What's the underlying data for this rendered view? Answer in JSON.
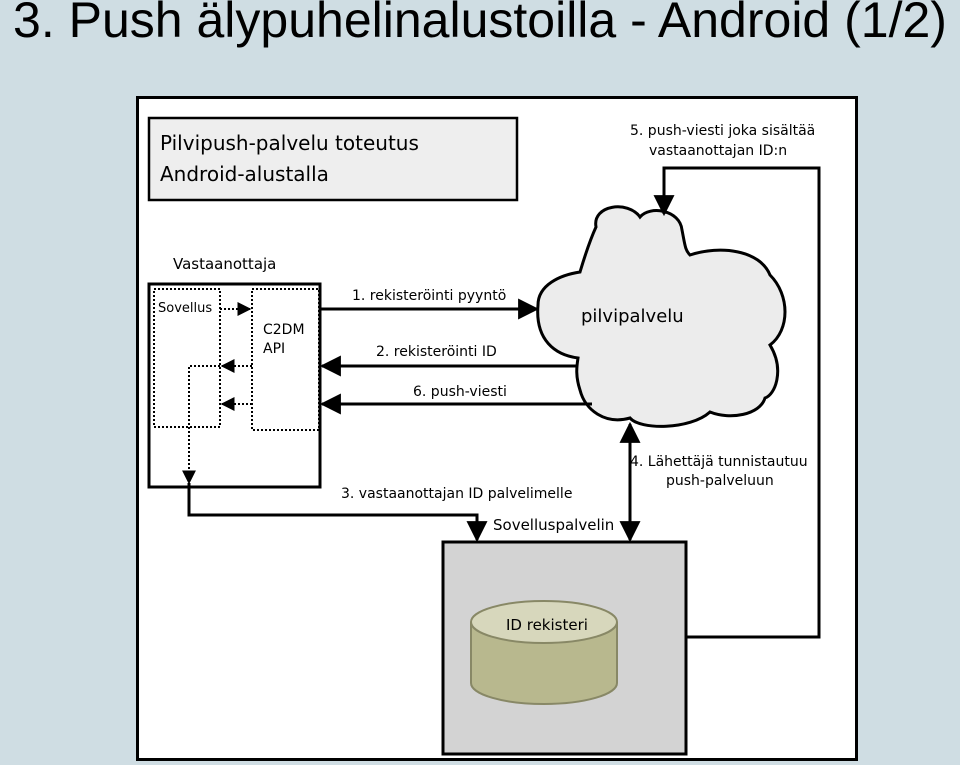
{
  "slide": {
    "title": "3. Push älypuhelinalustoilla - Android (1/2)"
  },
  "diagram": {
    "header": {
      "line1": "Pilvipush-palvelu toteutus",
      "line2": "Android-alustalla"
    },
    "receiver": {
      "label": "Vastaanottaja",
      "app_label": "Sovellus",
      "api_line1": "C2DM",
      "api_line2": "API"
    },
    "cloud": {
      "label": "pilvipalvelu"
    },
    "app_server": {
      "label": "Sovelluspalvelin",
      "database_label": "ID rekisteri"
    },
    "steps": {
      "step1": "1. rekisteröinti pyyntö",
      "step2": "2. rekisteröinti ID",
      "step3": "3. vastaanottajan ID palvelimelle",
      "step4_line1": "4. Lähettäjä tunnistautuu",
      "step4_line2": "push-palveluun",
      "step5_line1": "5. push-viesti joka sisältää",
      "step5_line2": "vastaanottajan ID:n",
      "step6": "6. push-viesti"
    },
    "colors": {
      "header_fill": "#eeeeee",
      "cloud_fill": "#ececec",
      "server_fill": "#d3d3d3",
      "database_fill": "#b8b88e",
      "database_top_fill": "#d7d7bc"
    }
  }
}
